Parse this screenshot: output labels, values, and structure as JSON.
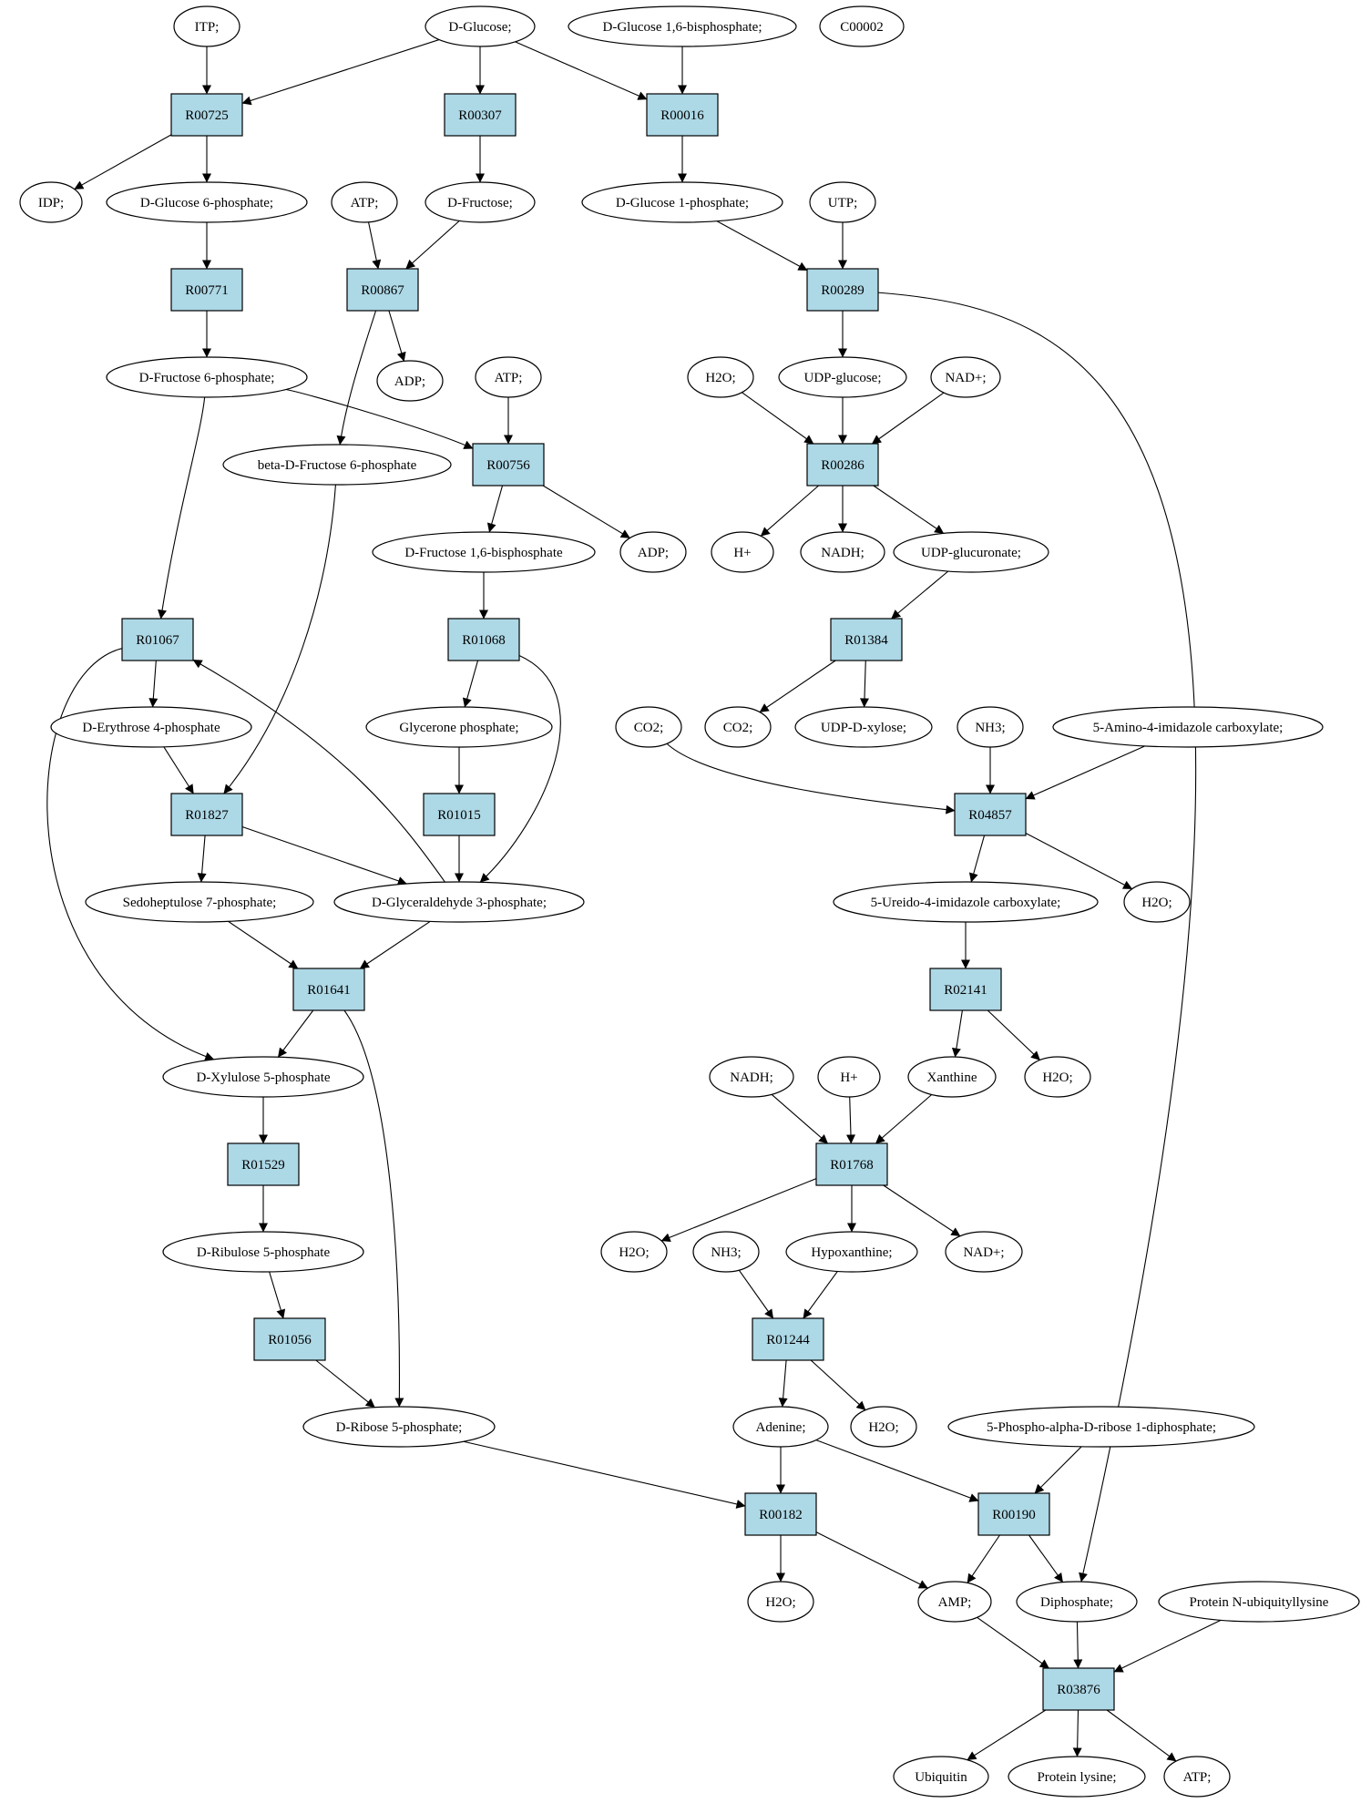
{
  "colors": {
    "reaction_fill": "#add8e6",
    "compound_fill": "#ffffff",
    "highlight_green": "#00ee00",
    "highlight_yellow": "#ffff00",
    "stroke": "#000000"
  },
  "nodes": [
    {
      "id": "itp",
      "label": "ITP;",
      "kind": "compound"
    },
    {
      "id": "dglc",
      "label": "D-Glucose;",
      "kind": "compound",
      "fill": "#00ee00"
    },
    {
      "id": "dglc16bp",
      "label": "D-Glucose 1,6-bisphosphate;",
      "kind": "compound"
    },
    {
      "id": "c00002",
      "label": "C00002",
      "kind": "compound",
      "fill": "#ffff00"
    },
    {
      "id": "R00725",
      "label": "R00725",
      "kind": "reaction"
    },
    {
      "id": "R00307",
      "label": "R00307",
      "kind": "reaction"
    },
    {
      "id": "R00016",
      "label": "R00016",
      "kind": "reaction"
    },
    {
      "id": "idp",
      "label": "IDP;",
      "kind": "compound"
    },
    {
      "id": "dglc6p",
      "label": "D-Glucose 6-phosphate;",
      "kind": "compound"
    },
    {
      "id": "atp1",
      "label": "ATP;",
      "kind": "compound"
    },
    {
      "id": "dfru",
      "label": "D-Fructose;",
      "kind": "compound"
    },
    {
      "id": "dglc1p",
      "label": "D-Glucose 1-phosphate;",
      "kind": "compound"
    },
    {
      "id": "utp",
      "label": "UTP;",
      "kind": "compound"
    },
    {
      "id": "R00771",
      "label": "R00771",
      "kind": "reaction"
    },
    {
      "id": "R00867",
      "label": "R00867",
      "kind": "reaction"
    },
    {
      "id": "R00289",
      "label": "R00289",
      "kind": "reaction"
    },
    {
      "id": "dfru6p",
      "label": "D-Fructose 6-phosphate;",
      "kind": "compound"
    },
    {
      "id": "adp1",
      "label": "ADP;",
      "kind": "compound"
    },
    {
      "id": "atp2",
      "label": "ATP;",
      "kind": "compound"
    },
    {
      "id": "h2o1",
      "label": "H2O;",
      "kind": "compound"
    },
    {
      "id": "udpglc",
      "label": "UDP-glucose;",
      "kind": "compound"
    },
    {
      "id": "nad1",
      "label": "NAD+;",
      "kind": "compound"
    },
    {
      "id": "bdfru6p",
      "label": "beta-D-Fructose 6-phosphate",
      "kind": "compound"
    },
    {
      "id": "R00756",
      "label": "R00756",
      "kind": "reaction"
    },
    {
      "id": "R00286",
      "label": "R00286",
      "kind": "reaction"
    },
    {
      "id": "dfru16bp",
      "label": "D-Fructose 1,6-bisphosphate",
      "kind": "compound"
    },
    {
      "id": "adp2",
      "label": "ADP;",
      "kind": "compound"
    },
    {
      "id": "hplus1",
      "label": "H+",
      "kind": "compound"
    },
    {
      "id": "nadh1",
      "label": "NADH;",
      "kind": "compound"
    },
    {
      "id": "udpglcu",
      "label": "UDP-glucuronate;",
      "kind": "compound"
    },
    {
      "id": "R01067",
      "label": "R01067",
      "kind": "reaction"
    },
    {
      "id": "R01068",
      "label": "R01068",
      "kind": "reaction"
    },
    {
      "id": "R01384",
      "label": "R01384",
      "kind": "reaction"
    },
    {
      "id": "dery4p",
      "label": "D-Erythrose 4-phosphate",
      "kind": "compound"
    },
    {
      "id": "glyp",
      "label": "Glycerone phosphate;",
      "kind": "compound"
    },
    {
      "id": "co2a",
      "label": "CO2;",
      "kind": "compound"
    },
    {
      "id": "co2b",
      "label": "CO2;",
      "kind": "compound"
    },
    {
      "id": "udpxyl",
      "label": "UDP-D-xylose;",
      "kind": "compound"
    },
    {
      "id": "nh3a",
      "label": "NH3;",
      "kind": "compound"
    },
    {
      "id": "aica",
      "label": "5-Amino-4-imidazole carboxylate;",
      "kind": "compound"
    },
    {
      "id": "R01827",
      "label": "R01827",
      "kind": "reaction"
    },
    {
      "id": "R01015",
      "label": "R01015",
      "kind": "reaction"
    },
    {
      "id": "R04857",
      "label": "R04857",
      "kind": "reaction"
    },
    {
      "id": "sedo7p",
      "label": "Sedoheptulose 7-phosphate;",
      "kind": "compound"
    },
    {
      "id": "dga3p",
      "label": "D-Glyceraldehyde 3-phosphate;",
      "kind": "compound"
    },
    {
      "id": "ureido",
      "label": "5-Ureido-4-imidazole carboxylate;",
      "kind": "compound"
    },
    {
      "id": "h2o2",
      "label": "H2O;",
      "kind": "compound"
    },
    {
      "id": "R01641",
      "label": "R01641",
      "kind": "reaction"
    },
    {
      "id": "R02141",
      "label": "R02141",
      "kind": "reaction"
    },
    {
      "id": "dxyl5p",
      "label": "D-Xylulose 5-phosphate",
      "kind": "compound"
    },
    {
      "id": "nadh2",
      "label": "NADH;",
      "kind": "compound"
    },
    {
      "id": "hplus2",
      "label": "H+",
      "kind": "compound"
    },
    {
      "id": "xanthine",
      "label": "Xanthine",
      "kind": "compound"
    },
    {
      "id": "h2o3",
      "label": "H2O;",
      "kind": "compound"
    },
    {
      "id": "R01529",
      "label": "R01529",
      "kind": "reaction"
    },
    {
      "id": "R01768",
      "label": "R01768",
      "kind": "reaction"
    },
    {
      "id": "drul5p",
      "label": "D-Ribulose 5-phosphate",
      "kind": "compound"
    },
    {
      "id": "h2o4",
      "label": "H2O;",
      "kind": "compound"
    },
    {
      "id": "nh3b",
      "label": "NH3;",
      "kind": "compound"
    },
    {
      "id": "hypox",
      "label": "Hypoxanthine;",
      "kind": "compound"
    },
    {
      "id": "nad2",
      "label": "NAD+;",
      "kind": "compound"
    },
    {
      "id": "R01056",
      "label": "R01056",
      "kind": "reaction"
    },
    {
      "id": "R01244",
      "label": "R01244",
      "kind": "reaction"
    },
    {
      "id": "drib5p",
      "label": "D-Ribose 5-phosphate;",
      "kind": "compound"
    },
    {
      "id": "adenine",
      "label": "Adenine;",
      "kind": "compound"
    },
    {
      "id": "h2o5",
      "label": "H2O;",
      "kind": "compound"
    },
    {
      "id": "prpp",
      "label": "5-Phospho-alpha-D-ribose 1-diphosphate;",
      "kind": "compound"
    },
    {
      "id": "R00182",
      "label": "R00182",
      "kind": "reaction"
    },
    {
      "id": "R00190",
      "label": "R00190",
      "kind": "reaction"
    },
    {
      "id": "h2o6",
      "label": "H2O;",
      "kind": "compound"
    },
    {
      "id": "amp",
      "label": "AMP;",
      "kind": "compound"
    },
    {
      "id": "diphos",
      "label": "Diphosphate;",
      "kind": "compound"
    },
    {
      "id": "protub",
      "label": "Protein N-ubiquityllysine",
      "kind": "compound"
    },
    {
      "id": "R03876",
      "label": "R03876",
      "kind": "reaction"
    },
    {
      "id": "ubiq",
      "label": "Ubiquitin",
      "kind": "compound"
    },
    {
      "id": "protlys",
      "label": "Protein lysine;",
      "kind": "compound"
    },
    {
      "id": "atp3",
      "label": "ATP;",
      "kind": "compound"
    }
  ],
  "edges": [
    [
      "itp",
      "R00725"
    ],
    [
      "dglc",
      "R00725"
    ],
    [
      "dglc",
      "R00307"
    ],
    [
      "dglc",
      "R00016"
    ],
    [
      "dglc16bp",
      "R00016"
    ],
    [
      "R00725",
      "idp"
    ],
    [
      "R00725",
      "dglc6p"
    ],
    [
      "R00307",
      "dfru"
    ],
    [
      "R00016",
      "dglc1p"
    ],
    [
      "dglc6p",
      "R00771"
    ],
    [
      "atp1",
      "R00867"
    ],
    [
      "dfru",
      "R00867"
    ],
    [
      "dglc1p",
      "R00289"
    ],
    [
      "utp",
      "R00289"
    ],
    [
      "R00771",
      "dfru6p"
    ],
    [
      "R00867",
      "adp1"
    ],
    [
      "R00867",
      "bdfru6p"
    ],
    [
      "R00289",
      "udpglc"
    ],
    [
      "R00289",
      "diphos"
    ],
    [
      "dfru6p",
      "R00756"
    ],
    [
      "atp2",
      "R00756"
    ],
    [
      "h2o1",
      "R00286"
    ],
    [
      "udpglc",
      "R00286"
    ],
    [
      "nad1",
      "R00286"
    ],
    [
      "R00756",
      "dfru16bp"
    ],
    [
      "R00756",
      "adp2"
    ],
    [
      "R00286",
      "hplus1"
    ],
    [
      "R00286",
      "nadh1"
    ],
    [
      "R00286",
      "udpglcu"
    ],
    [
      "dfru6p",
      "R01067"
    ],
    [
      "dfru16bp",
      "R01068"
    ],
    [
      "udpglcu",
      "R01384"
    ],
    [
      "R01067",
      "dery4p"
    ],
    [
      "R01067",
      "dxyl5p"
    ],
    [
      "R01068",
      "glyp"
    ],
    [
      "R01068",
      "dga3p"
    ],
    [
      "R01384",
      "co2b"
    ],
    [
      "R01384",
      "udpxyl"
    ],
    [
      "dery4p",
      "R01827"
    ],
    [
      "bdfru6p",
      "R01827"
    ],
    [
      "glyp",
      "R01015"
    ],
    [
      "co2a",
      "R04857"
    ],
    [
      "nh3a",
      "R04857"
    ],
    [
      "aica",
      "R04857"
    ],
    [
      "R01827",
      "sedo7p"
    ],
    [
      "R01827",
      "dga3p"
    ],
    [
      "R01015",
      "dga3p"
    ],
    [
      "dga3p",
      "R01067"
    ],
    [
      "R04857",
      "ureido"
    ],
    [
      "R04857",
      "h2o2"
    ],
    [
      "sedo7p",
      "R01641"
    ],
    [
      "dga3p",
      "R01641"
    ],
    [
      "ureido",
      "R02141"
    ],
    [
      "R01641",
      "dxyl5p"
    ],
    [
      "R01641",
      "drib5p"
    ],
    [
      "R02141",
      "xanthine"
    ],
    [
      "R02141",
      "h2o3"
    ],
    [
      "dxyl5p",
      "R01529"
    ],
    [
      "nadh2",
      "R01768"
    ],
    [
      "hplus2",
      "R01768"
    ],
    [
      "xanthine",
      "R01768"
    ],
    [
      "R01529",
      "drul5p"
    ],
    [
      "R01768",
      "h2o4"
    ],
    [
      "R01768",
      "hypox"
    ],
    [
      "R01768",
      "nad2"
    ],
    [
      "drul5p",
      "R01056"
    ],
    [
      "nh3b",
      "R01244"
    ],
    [
      "hypox",
      "R01244"
    ],
    [
      "R01056",
      "drib5p"
    ],
    [
      "R01244",
      "adenine"
    ],
    [
      "R01244",
      "h2o5"
    ],
    [
      "drib5p",
      "R00182"
    ],
    [
      "adenine",
      "R00182"
    ],
    [
      "adenine",
      "R00190"
    ],
    [
      "prpp",
      "R00190"
    ],
    [
      "R00182",
      "h2o6"
    ],
    [
      "R00182",
      "amp"
    ],
    [
      "R00190",
      "amp"
    ],
    [
      "R00190",
      "diphos"
    ],
    [
      "amp",
      "R03876"
    ],
    [
      "diphos",
      "R03876"
    ],
    [
      "protub",
      "R03876"
    ],
    [
      "R03876",
      "ubiq"
    ],
    [
      "R03876",
      "protlys"
    ],
    [
      "R03876",
      "atp3"
    ]
  ]
}
